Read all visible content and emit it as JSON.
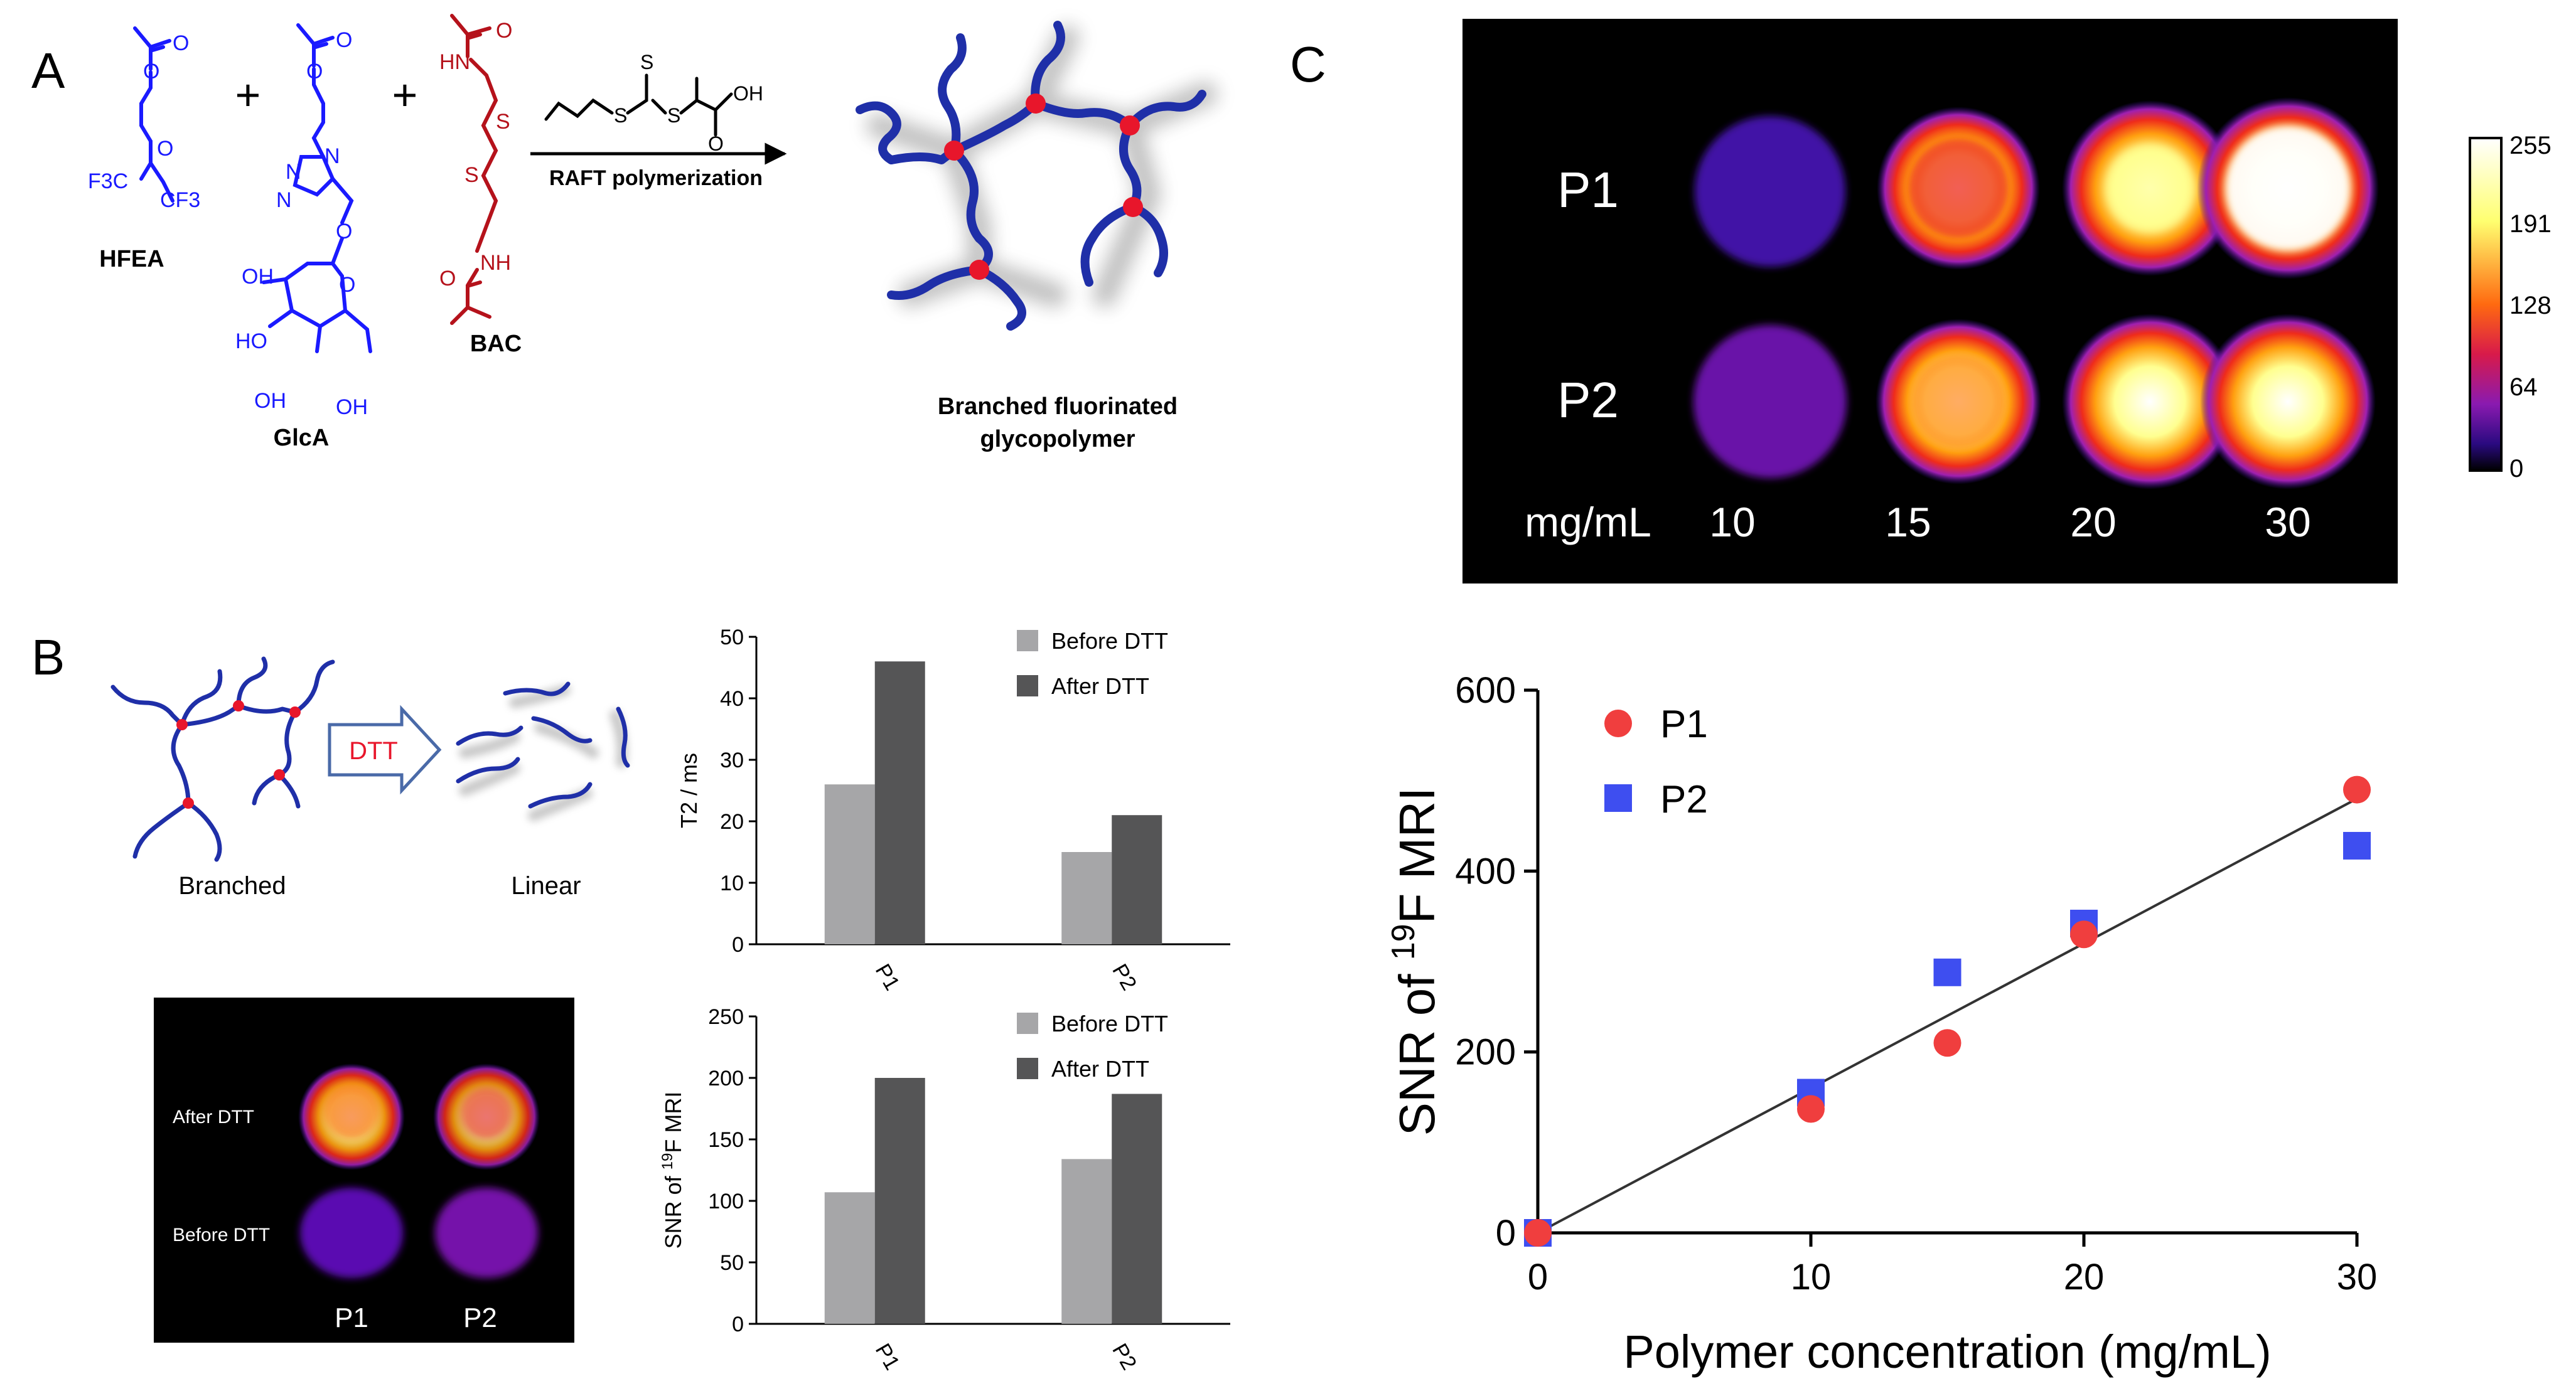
{
  "panels": {
    "a": {
      "letter": "A",
      "monomers": {
        "hfea": "HFEA",
        "glca": "GlcA",
        "bac": "BAC"
      },
      "plus": "+",
      "atoms": {
        "o": "O",
        "f3c": "F3C",
        "cf3": "CF3",
        "n": "N",
        "nh": "NH",
        "hn": "HN",
        "s": "S",
        "oh": "OH",
        "ho": "HO"
      },
      "arrow_label": "RAFT polymerization",
      "product_line1": "Branched fluorinated",
      "product_line2": "glycopolymer"
    },
    "b": {
      "letter": "B",
      "branched_label": "Branched",
      "linear_label": "Linear",
      "dtt_label": "DTT",
      "mri_row_top": "After DTT",
      "mri_row_bottom": "Before DTT",
      "mri_col_1": "P1",
      "mri_col_2": "P2"
    },
    "c": {
      "letter": "C",
      "row_1": "P1",
      "row_2": "P2",
      "conc_unit": "mg/mL",
      "concentrations": [
        "10",
        "15",
        "20",
        "30"
      ],
      "colorbar_ticks": [
        "255",
        "191",
        "128",
        "64",
        "0"
      ]
    }
  },
  "colors": {
    "monomer_blue": "#1a1aff",
    "bac_red": "#b5121b",
    "polymer_blue": "#1f2fa8",
    "crosslink_red": "#e8162b",
    "bar_before": "#a6a6a8",
    "bar_after": "#555556",
    "p1_red": "#f03e3e",
    "p2_blue": "#3e4ef0"
  },
  "chart_data": [
    {
      "type": "bar",
      "categories": [
        "P1",
        "P2"
      ],
      "series": [
        {
          "name": "Before DTT",
          "values": [
            26,
            15
          ]
        },
        {
          "name": "After DTT",
          "values": [
            46,
            21
          ]
        }
      ],
      "ylabel": "T2 / ms",
      "yticks": [
        "0",
        "10",
        "20",
        "30",
        "40",
        "50"
      ],
      "ylim": [
        0,
        50
      ],
      "legend": "top-right",
      "grid": false
    },
    {
      "type": "bar",
      "categories": [
        "P1",
        "P2"
      ],
      "series": [
        {
          "name": "Before DTT",
          "values": [
            107,
            134
          ]
        },
        {
          "name": "After DTT",
          "values": [
            200,
            187
          ]
        }
      ],
      "ylabel_main": "SNR of ",
      "ylabel_sup": "19",
      "ylabel_end": "F MRI",
      "yticks": [
        "0",
        "50",
        "100",
        "150",
        "200",
        "250"
      ],
      "ylim": [
        0,
        250
      ],
      "legend": "top-right",
      "grid": false
    },
    {
      "type": "scatter",
      "series": [
        {
          "name": "P1",
          "x": [
            0,
            10,
            15,
            20,
            30
          ],
          "y": [
            0,
            137,
            210,
            330,
            490
          ]
        },
        {
          "name": "P2",
          "x": [
            0,
            10,
            15,
            20,
            30
          ],
          "y": [
            0,
            155,
            288,
            342,
            428
          ]
        }
      ],
      "fit_line": {
        "x": [
          0,
          30
        ],
        "y": [
          0,
          480
        ]
      },
      "xlabel": "Polymer concentration (mg/mL)",
      "ylabel_main": "SNR of ",
      "ylabel_sup": "19",
      "ylabel_end": "F MRI",
      "xticks": [
        "0",
        "10",
        "20",
        "30"
      ],
      "yticks": [
        "0",
        "200",
        "400",
        "600"
      ],
      "xlim": [
        0,
        30
      ],
      "ylim": [
        0,
        600
      ],
      "legend": "top-left",
      "grid": false
    }
  ]
}
